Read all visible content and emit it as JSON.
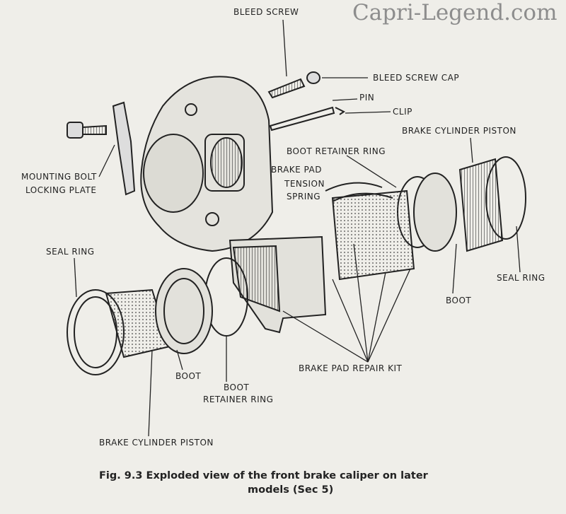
{
  "watermark": "Capri-Legend.com",
  "labels": {
    "bleed_screw": "BLEED SCREW",
    "bleed_screw_cap": "BLEED SCREW CAP",
    "pin": "PIN",
    "clip": "CLIP",
    "brake_cylinder_piston_right": "BRAKE CYLINDER PISTON",
    "boot_retainer_ring_top": "BOOT RETAINER RING",
    "brake_pad_tension_spring": [
      "BRAKE PAD",
      "TENSION",
      "SPRING"
    ],
    "mounting_bolt_locking_plate": [
      "MOUNTING BOLT",
      "LOCKING PLATE"
    ],
    "seal_ring_left": "SEAL RING",
    "seal_ring_right": "SEAL RING",
    "boot_right": "BOOT",
    "brake_pad_repair_kit": "BRAKE PAD REPAIR KIT",
    "boot_left": "BOOT",
    "boot_retainer_ring_bottom": [
      "BOOT",
      "RETAINER RING"
    ],
    "brake_cylinder_piston_left": "BRAKE CYLINDER PISTON"
  },
  "caption": [
    "Fig. 9.3 Exploded view of the front brake caliper on later",
    "models (Sec 5)"
  ]
}
